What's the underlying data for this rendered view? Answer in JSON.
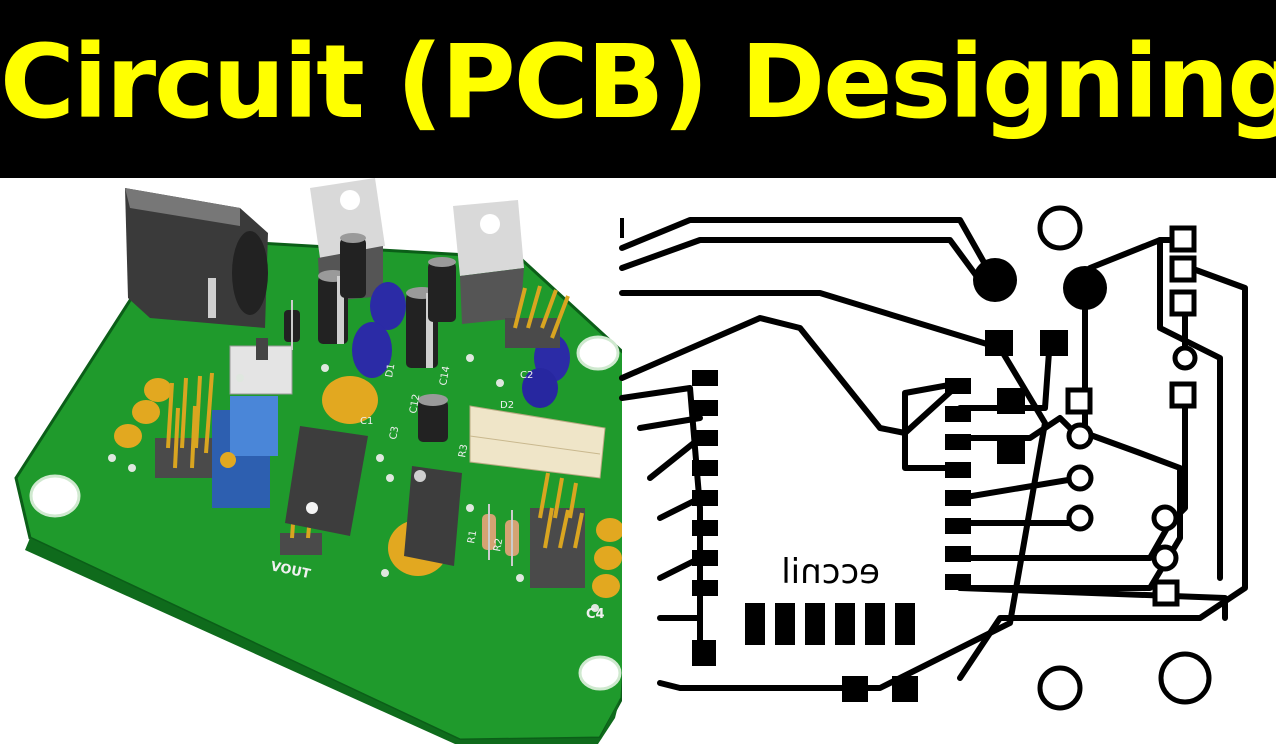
{
  "banner": {
    "title": "Circuit (PCB) Designing",
    "background_color": "#000000",
    "text_color": "#ffff00"
  },
  "board_3d": {
    "board_color": "#1f9a2c",
    "silkscreen_labels": [
      "VOUT",
      "C4",
      "C3",
      "C1",
      "C2",
      "D1",
      "D2",
      "R1",
      "R2",
      "R3",
      "C14",
      "C12"
    ]
  },
  "layout_2d": {
    "mirrored_text": "eccnil",
    "copper_color": "#000000"
  }
}
